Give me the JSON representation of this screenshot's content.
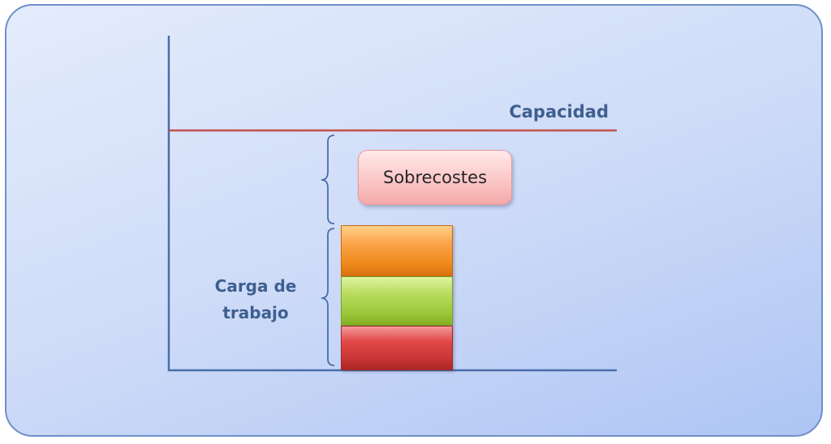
{
  "diagram": {
    "capacity_label": "Capacidad",
    "overcost_label": "Sobrecostes",
    "workload_label_line1": "Carga de",
    "workload_label_line2": "trabajo",
    "colors": {
      "axis": "#4a6ea8",
      "capacity_line": "#c0504d",
      "label_text": "#3e5f8f",
      "block_top": "#f08a1e",
      "block_middle": "#9cc83a",
      "block_bottom": "#c93636",
      "overcost_box": "#fbc7c7"
    }
  }
}
